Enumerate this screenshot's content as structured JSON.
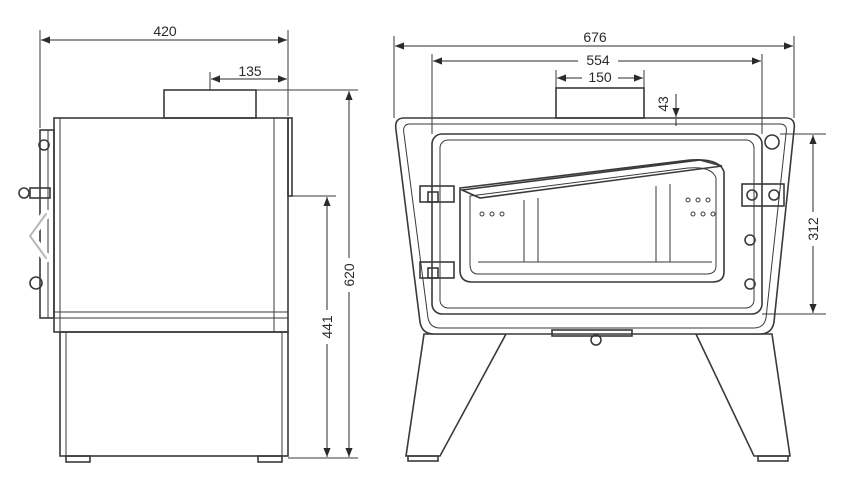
{
  "dimensions": {
    "side_width": "420",
    "flue_offset": "135",
    "total_height": "620",
    "outlet_height": "441",
    "front_width": "676",
    "inner_width": "554",
    "flue_width": "150",
    "flue_inset": "43",
    "right_height": "312"
  },
  "icons": {
    "nav": "chevron-left-icon"
  },
  "colors": {
    "line": "#3a3a3a",
    "background": "#ffffff"
  }
}
